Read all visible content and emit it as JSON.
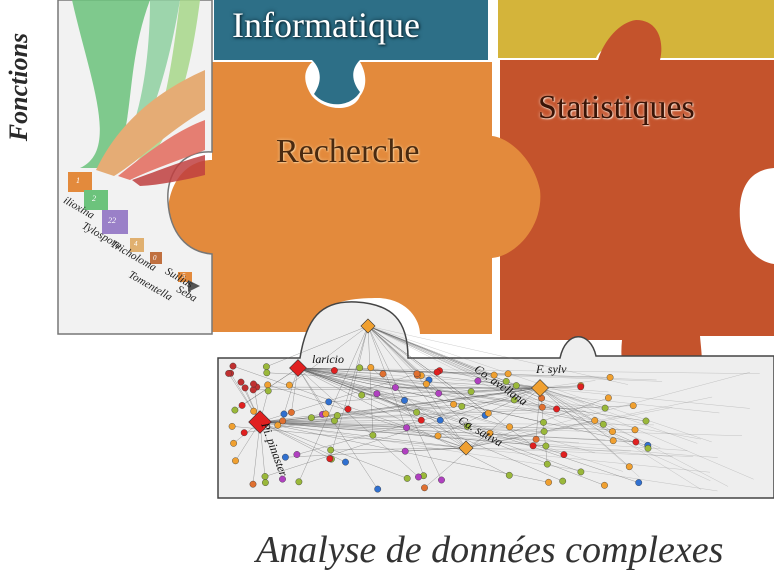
{
  "labels": {
    "informatique": "Informatique",
    "recherche": "Recherche",
    "statistiques": "Statistiques",
    "side_caption": "Fonctions",
    "bottom_caption": "Analyse de données complexes"
  },
  "taxa": [
    "ilioxina",
    "Tylospora",
    "Tricholoma",
    "Tomentella",
    "Suillus",
    "Seba"
  ],
  "taxa_counts": [
    "1",
    "2",
    "22",
    "4",
    "0",
    "5"
  ],
  "network_nodes": [
    "laricio",
    "Co. avellana",
    "F. sylv",
    "Ca. sativa",
    "Pi. pinaster"
  ],
  "colors": {
    "informatique": "#2d6f87",
    "recherche": "#e38a3c",
    "statistiques": "#c4532c",
    "yellow": "#d4b43a",
    "network_bg": "#eeeeee",
    "chord_green": "#6cc37c"
  }
}
